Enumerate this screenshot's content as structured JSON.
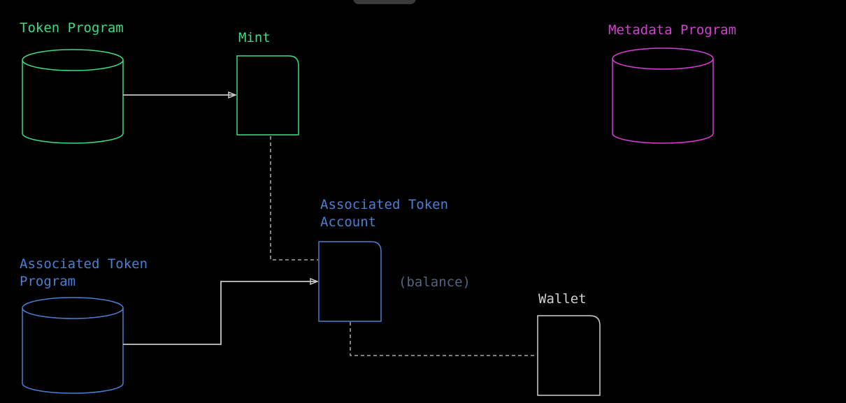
{
  "colors": {
    "background": "#000000",
    "token": "#3ddc84",
    "associated": "#4a7fd4",
    "metadata": "#d63fd6",
    "wallet": "#d0d0d0",
    "connector": "#c8c8c8",
    "muted": "#53647e"
  },
  "nodes": {
    "token_program": {
      "label": "Token Program"
    },
    "mint": {
      "label": "Mint"
    },
    "metadata_program": {
      "label": "Metadata Program"
    },
    "associated_token_account": {
      "label_line1": "Associated Token",
      "label_line2": "Account"
    },
    "associated_token_program": {
      "label_line1": "Associated Token",
      "label_line2": "Program"
    },
    "wallet": {
      "label": "Wallet"
    }
  },
  "annotations": {
    "balance": "(balance)"
  }
}
